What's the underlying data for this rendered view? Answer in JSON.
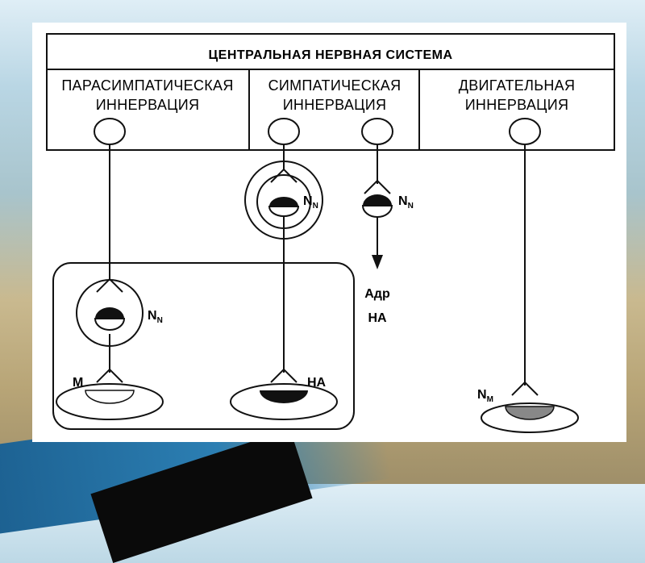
{
  "header": {
    "title": "ЦЕНТРАЛЬНАЯ НЕРВНАЯ СИСТЕМА"
  },
  "columns": [
    {
      "line1": "ПАРАСИМПАТИЧЕСКАЯ",
      "line2": "ИННЕРВАЦИЯ"
    },
    {
      "line1": "СИМПАТИЧЕСКАЯ",
      "line2": "ИННЕРВАЦИЯ"
    },
    {
      "line1": "ДВИГАТЕЛЬНАЯ",
      "line2": "ИННЕРВАЦИЯ"
    }
  ],
  "labels": {
    "parasym_ganglion": {
      "main": "N",
      "sub": "N"
    },
    "parasym_effector": "М",
    "sym_ganglion": {
      "main": "N",
      "sub": "N"
    },
    "sym_effector": "НА",
    "adrenal": {
      "main": "N",
      "sub": "N"
    },
    "adrenal_out1": "Адр",
    "adrenal_out2": "НА",
    "motor_effector": {
      "main": "N",
      "sub": "М"
    }
  },
  "colors": {
    "ink": "#111111",
    "panel": "#ffffff",
    "gray_fill": "#888888"
  }
}
